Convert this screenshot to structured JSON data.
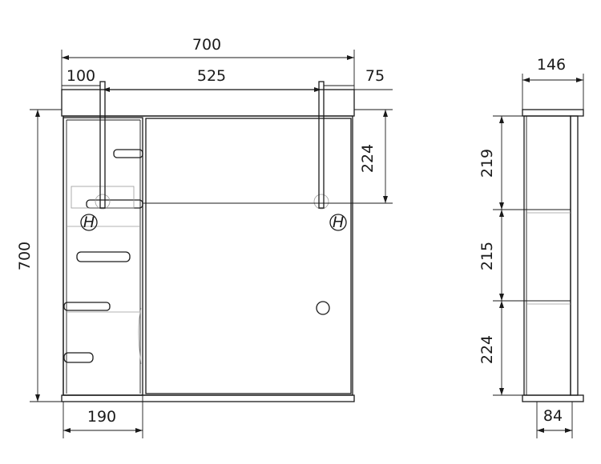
{
  "front_view": {
    "overall_width": "700",
    "left_offset": "100",
    "hole_spacing": "525",
    "right_offset": "75",
    "overall_height": "700",
    "hole_height": "224",
    "shelf_width": "190",
    "hole_mark_1": "H",
    "hole_mark_2": "H"
  },
  "side_view": {
    "depth_top": "146",
    "section_1": "219",
    "section_2": "215",
    "section_3": "224",
    "depth_bottom": "84"
  }
}
